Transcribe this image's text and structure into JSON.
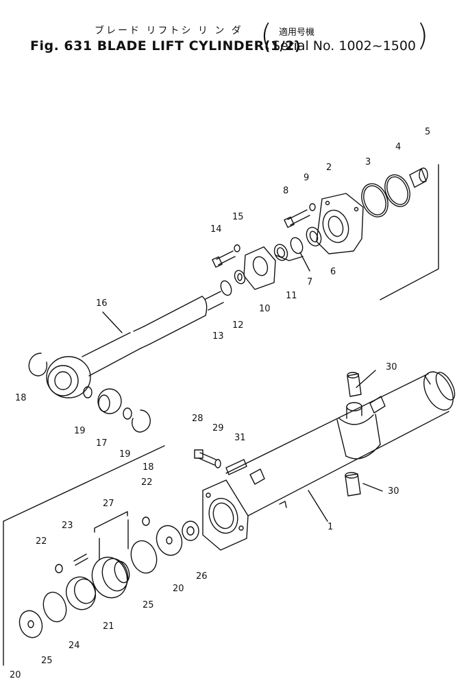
{
  "header": {
    "title_jp": "ブレード リフトシ リ ン ダ",
    "title": "Fig. 631 BLADE LIFT CYLINDER(1/2)",
    "serial_jp": "適用号機",
    "serial": "Serial No. 1002~1500"
  },
  "callouts": {
    "p1": "1",
    "p2": "2",
    "p3": "3",
    "p4": "4",
    "p5": "5",
    "p6": "6",
    "p7": "7",
    "p8": "8",
    "p9": "9",
    "p10": "10",
    "p11": "11",
    "p12": "12",
    "p13": "13",
    "p14": "14",
    "p15": "15",
    "p16": "16",
    "p17": "17",
    "p18a": "18",
    "p18b": "18",
    "p19a": "19",
    "p19b": "19",
    "p20a": "20",
    "p20b": "20",
    "p21": "21",
    "p22a": "22",
    "p22b": "22",
    "p23": "23",
    "p24": "24",
    "p25a": "25",
    "p25b": "25",
    "p26": "26",
    "p27": "27",
    "p28": "28",
    "p29": "29",
    "p30a": "30",
    "p30b": "30",
    "p31": "31"
  }
}
